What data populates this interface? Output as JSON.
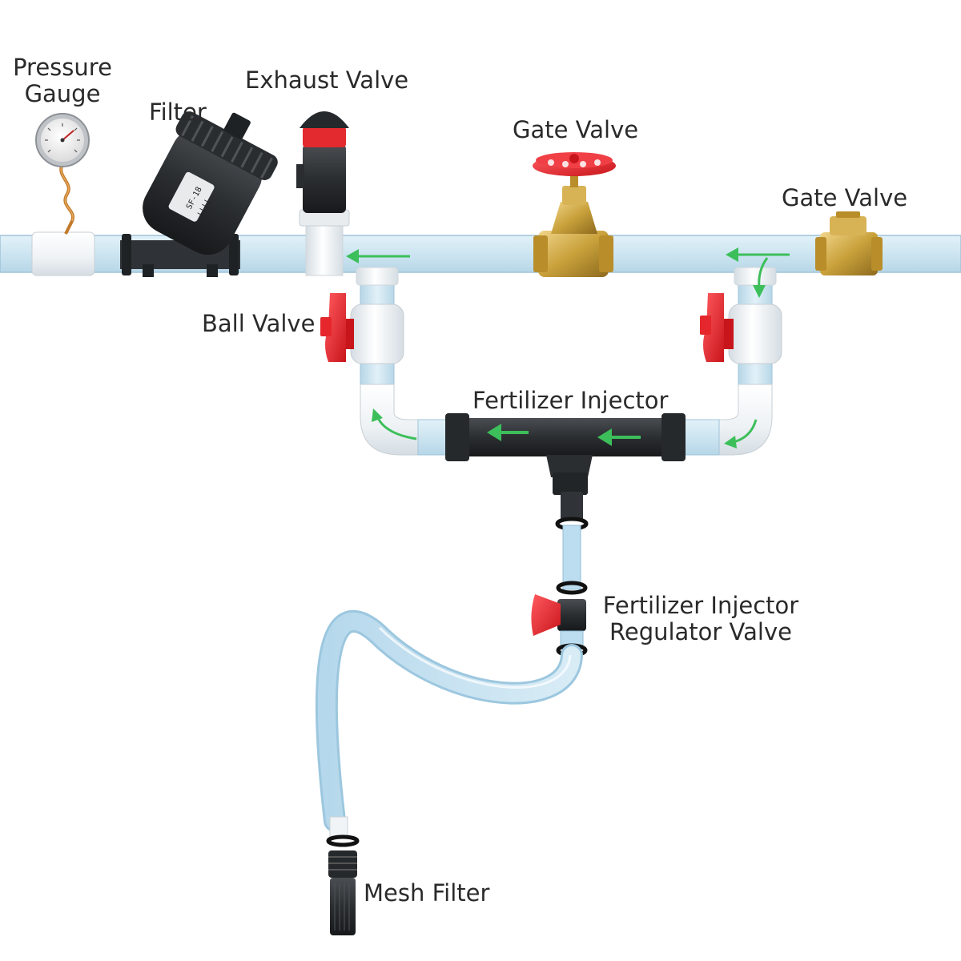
{
  "labels": {
    "pressure_gauge": [
      "Pressure",
      "Gauge"
    ],
    "filter": "Filter",
    "exhaust_valve": "Exhaust Valve",
    "gate_valve_center": "Gate Valve",
    "gate_valve_right": "Gate Valve",
    "ball_valve": "Ball Valve",
    "fertilizer_injector": "Fertilizer Injector",
    "regulator_valve": [
      "Fertilizer Injector",
      "Regulator Valve"
    ],
    "mesh_filter": "Mesh Filter"
  },
  "filter_sticker": [
    "SF-18",
    "||||"
  ],
  "colors": {
    "pipe": "#cfe6f2",
    "pipe_edge": "#a9cde0",
    "white_fitting": "#f4f7f9",
    "red_handle": "#e5262c",
    "brass": "#c9a13b",
    "black_body": "#2b2e31",
    "flow_arrow": "#3cbf5a"
  },
  "flow_direction": "right-to-left"
}
